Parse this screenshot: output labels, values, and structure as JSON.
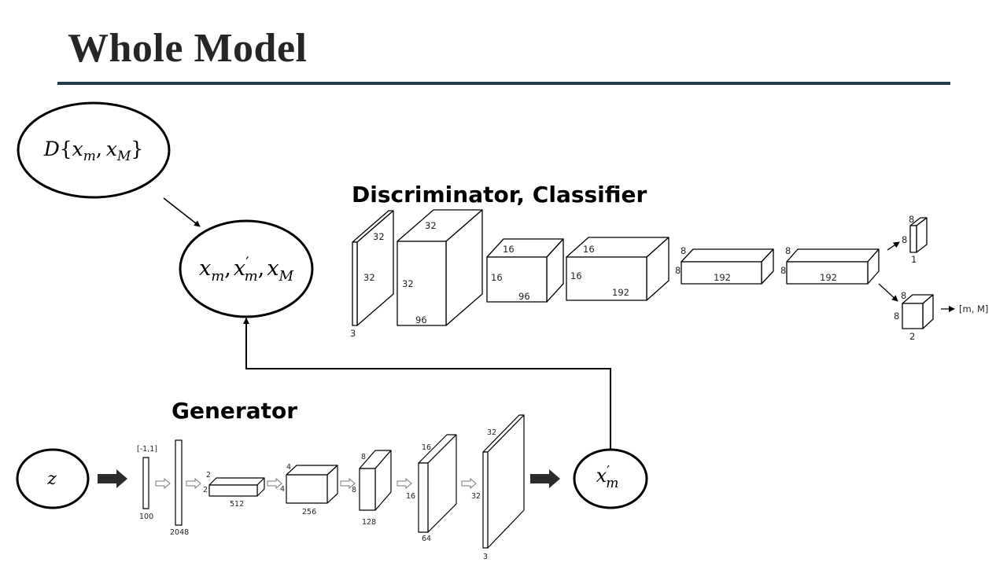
{
  "title": "Whole Model",
  "colors": {
    "title": "#262626",
    "rule": "#243d4c",
    "stroke": "#000000"
  },
  "nodes": {
    "dataset": {
      "func": "D",
      "open": "{",
      "sep": ",",
      "close": "}",
      "a": "x",
      "a_sub": "m",
      "b": "x",
      "b_sub": "M"
    },
    "inputs": {
      "a": "x",
      "a_sub": "m",
      "sep1": ",",
      "b": "x",
      "b_prime": "′",
      "b_sub": "m",
      "sep2": ",",
      "c": "x",
      "c_sub": "M"
    },
    "noise": {
      "symbol": "z"
    },
    "generated": {
      "symbol": "x",
      "prime": "′",
      "sub": "m"
    }
  },
  "sections": {
    "discriminator": "Discriminator, Classifier",
    "generator": "Generator"
  },
  "discriminator": {
    "layer1": {
      "top": "32",
      "mid": "32",
      "bottom": "3"
    },
    "layer2": {
      "top": "32",
      "mid": "32",
      "bottom": "96"
    },
    "layer3": {
      "top": "16",
      "mid": "16",
      "bottom": "96"
    },
    "layer4": {
      "top": "16",
      "mid": "16",
      "bottom": "192"
    },
    "layer5": {
      "top": "8",
      "mid": "8",
      "bottom": "192"
    },
    "layer6": {
      "top": "8",
      "mid": "8",
      "bottom": "192"
    },
    "head1": {
      "top": "8",
      "mid": "8",
      "bottom": "1"
    },
    "head2": {
      "top": "8",
      "mid": "8",
      "bottom": "2",
      "output": "[m, M]"
    }
  },
  "generator": {
    "noise_range": "[-1,1]",
    "noise_dim": "100",
    "fc_dim": "2048",
    "g1": {
      "top": "2",
      "side": "2",
      "bottom": "512"
    },
    "g2": {
      "top": "4",
      "side": "4",
      "bottom": "256"
    },
    "g3": {
      "top": "8",
      "side": "8",
      "bottom": "128"
    },
    "g4": {
      "top": "16",
      "side": "16",
      "bottom": "64"
    },
    "g5": {
      "top": "32",
      "side": "32",
      "bottom": "3"
    }
  }
}
